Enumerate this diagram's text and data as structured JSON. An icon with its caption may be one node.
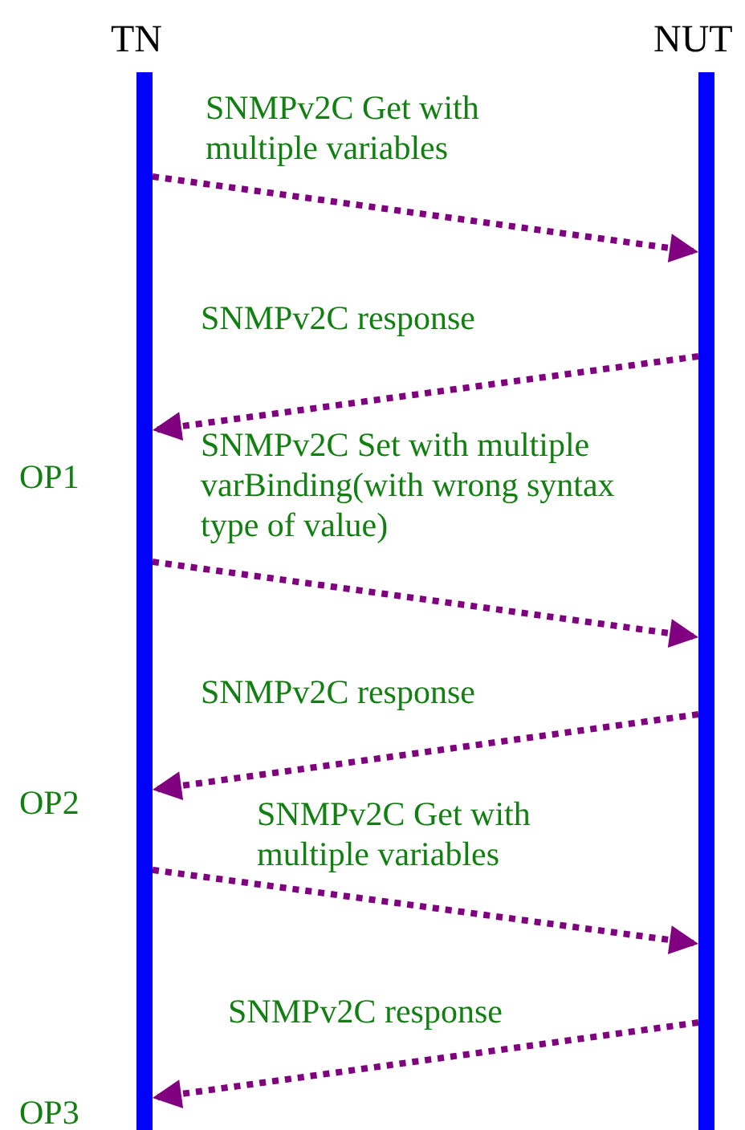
{
  "diagram": {
    "nodes": [
      {
        "text": [
          "TN"
        ]
      },
      {
        "text": [
          "NUT"
        ]
      }
    ],
    "edges": [
      {
        "from": 0,
        "to": 1,
        "arrow": "to",
        "label": "SNMPv2C Get with multiple variables",
        "style": "dashed"
      },
      {
        "from": 1,
        "to": 0,
        "arrow": "to",
        "label": "SNMPv2C response",
        "style": "dashed"
      },
      {
        "from": 0,
        "to": 1,
        "arrow": "to",
        "label": "SNMPv2C Set with multiple varBinding(with wrong syntax type of value)",
        "style": "dashed"
      },
      {
        "from": 1,
        "to": 0,
        "arrow": "to",
        "label": "SNMPv2C response",
        "style": "dashed"
      },
      {
        "from": 0,
        "to": 1,
        "arrow": "to",
        "label": "SNMPv2C Get with multiple variables",
        "style": "dashed"
      },
      {
        "from": 1,
        "to": 0,
        "arrow": "to",
        "label": "SNMPv2C response",
        "style": "dashed"
      }
    ],
    "labels": [
      "OP1",
      "OP2",
      "OP3"
    ]
  }
}
